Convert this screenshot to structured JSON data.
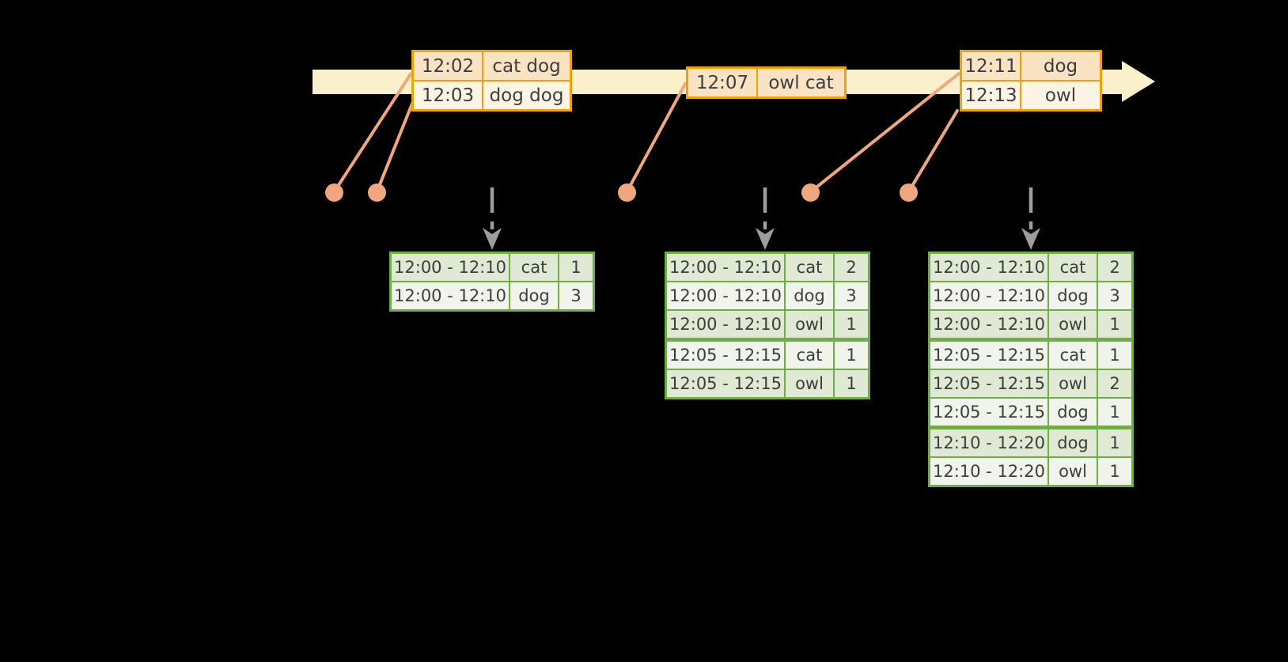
{
  "event_tables": [
    {
      "rows": [
        {
          "time": "12:02",
          "words": "cat dog"
        },
        {
          "time": "12:03",
          "words": "dog dog"
        }
      ]
    },
    {
      "rows": [
        {
          "time": "12:07",
          "words": "owl cat"
        }
      ]
    },
    {
      "rows": [
        {
          "time": "12:11",
          "words": "dog"
        },
        {
          "time": "12:13",
          "words": "owl"
        }
      ]
    }
  ],
  "result_tables": [
    {
      "rows": [
        {
          "window": "12:00 - 12:10",
          "word": "cat",
          "count": "1"
        },
        {
          "window": "12:00 - 12:10",
          "word": "dog",
          "count": "3"
        }
      ]
    },
    {
      "rows": [
        {
          "window": "12:00 - 12:10",
          "word": "cat",
          "count": "2"
        },
        {
          "window": "12:00 - 12:10",
          "word": "dog",
          "count": "3"
        },
        {
          "window": "12:00 - 12:10",
          "word": "owl",
          "count": "1"
        },
        {
          "window": "12:05 - 12:15",
          "word": "cat",
          "count": "1"
        },
        {
          "window": "12:05 - 12:15",
          "word": "owl",
          "count": "1"
        }
      ]
    },
    {
      "rows": [
        {
          "window": "12:00 - 12:10",
          "word": "cat",
          "count": "2"
        },
        {
          "window": "12:00 - 12:10",
          "word": "dog",
          "count": "3"
        },
        {
          "window": "12:00 - 12:10",
          "word": "owl",
          "count": "1"
        },
        {
          "window": "12:05 - 12:15",
          "word": "cat",
          "count": "1"
        },
        {
          "window": "12:05 - 12:15",
          "word": "owl",
          "count": "2"
        },
        {
          "window": "12:05 - 12:15",
          "word": "dog",
          "count": "1"
        },
        {
          "window": "12:10 - 12:20",
          "word": "dog",
          "count": "1"
        },
        {
          "window": "12:10 - 12:20",
          "word": "owl",
          "count": "1"
        }
      ]
    }
  ],
  "icons": {
    "timeline_arrowhead": "right-arrowhead",
    "trigger_arrow": "dashed-down-arrow",
    "event_marker": "dot"
  },
  "colors": {
    "background": "#000000",
    "timeline_band": "#FAF0CC",
    "event_table_border": "#F0A202",
    "event_row_dark": "#FAE3C2",
    "event_row_light": "#FDF4E3",
    "connector": "#F0A77E",
    "result_table_border": "#6FAE46",
    "result_row_dark": "#DFE9D4",
    "result_row_light": "#F0F4EB",
    "trigger_arrow": "#9D9D9D",
    "text": "#3D3D3D"
  }
}
